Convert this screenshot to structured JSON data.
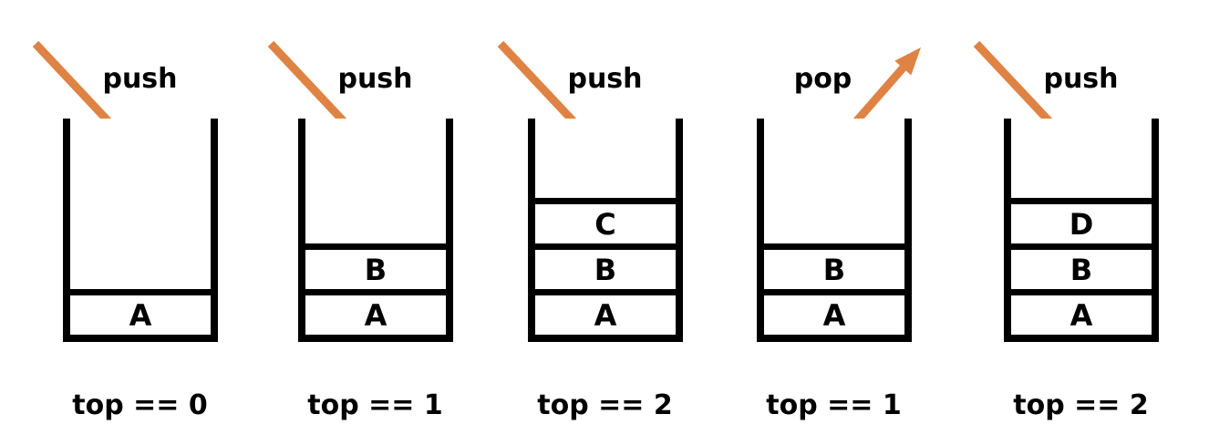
{
  "diagram": {
    "colors": {
      "arrow": "#DF8344",
      "line": "#000000",
      "text": "#000000",
      "background": "#FFFFFF"
    },
    "panels": [
      {
        "operation": "push",
        "cells": [
          "A"
        ],
        "top_label": "top == 0"
      },
      {
        "operation": "push",
        "cells": [
          "B",
          "A"
        ],
        "top_label": "top == 1"
      },
      {
        "operation": "push",
        "cells": [
          "C",
          "B",
          "A"
        ],
        "top_label": "top == 2"
      },
      {
        "operation": "pop",
        "cells": [
          "B",
          "A"
        ],
        "top_label": "top == 1"
      },
      {
        "operation": "push",
        "cells": [
          "D",
          "B",
          "A"
        ],
        "top_label": "top == 2"
      }
    ]
  }
}
